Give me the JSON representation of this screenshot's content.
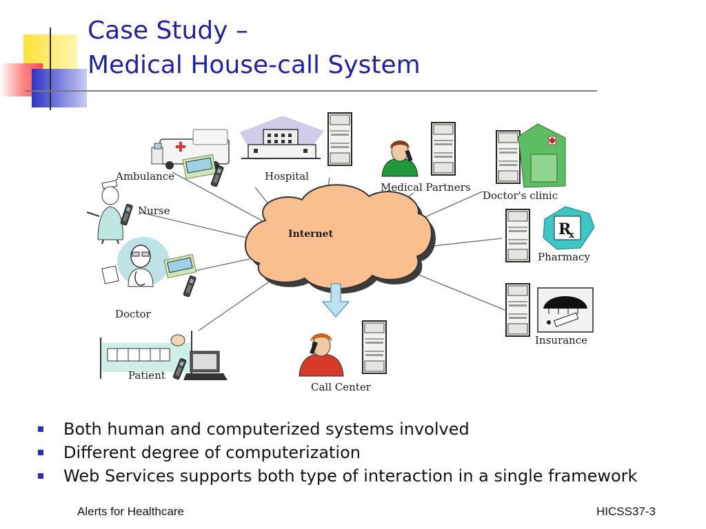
{
  "slide": {
    "title_line1": "Case Study –",
    "title_line2": "Medical House-call System"
  },
  "diagram": {
    "hub_label": "Internet",
    "nodes": {
      "ambulance": "Ambulance",
      "hospital": "Hospital",
      "medical_partners": "Medical Partners",
      "doctors_clinic": "Doctor's clinic",
      "nurse": "Nurse",
      "pharmacy": "Pharmacy",
      "doctor": "Doctor",
      "insurance": "Insurance",
      "patient": "Patient",
      "call_center": "Call Center"
    }
  },
  "bullets": [
    "Both human and computerized systems involved",
    "Different degree of computerization",
    "Web Services supports both type of interaction in a single framework"
  ],
  "footer": {
    "left": "Alerts for Healthcare",
    "right": "HICSS37-3"
  },
  "colors": {
    "title": "#1f1fa8",
    "bullet": "#2a2ad0",
    "cloud": "#f9bf8e",
    "accent_yellow": "#ffe13a",
    "accent_red": "#ff3a3a",
    "accent_blue": "#2b35c4"
  }
}
